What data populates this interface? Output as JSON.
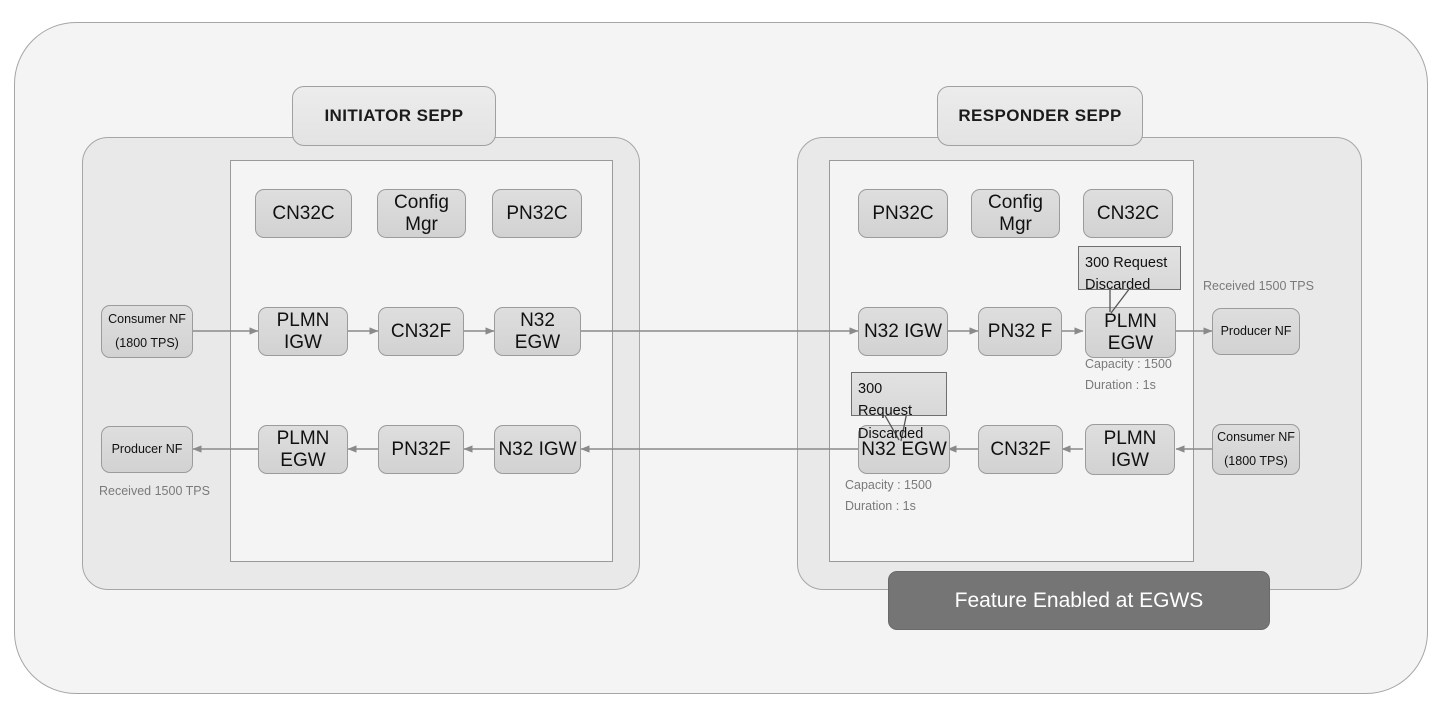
{
  "diagram": {
    "title_tabs": {
      "initiator": "INITIATOR SEPP",
      "responder": "RESPONDER SEPP"
    },
    "banner": {
      "label": "Feature Enabled at EGWS"
    },
    "colors": {
      "canvas_bg": "#f4f4f4",
      "panel_bg": "#e9e9e9",
      "node_fill": "#d8d8d8",
      "node_border": "#9b9b9b",
      "connector": "#8a8a8a",
      "annotation_text": "#7a7a7a",
      "banner_bg": "#757575",
      "banner_text": "#ffffff"
    },
    "initiator": {
      "top_row": [
        {
          "id": "cn32c",
          "label": "CN32C"
        },
        {
          "id": "config-mgr",
          "label": "Config\nMgr"
        },
        {
          "id": "pn32c",
          "label": "PN32C"
        }
      ],
      "forward_row": [
        {
          "id": "consumer-nf",
          "label": "Consumer NF",
          "sublabel": "(1800 TPS)"
        },
        {
          "id": "plmn-igw",
          "label": "PLMN\nIGW"
        },
        {
          "id": "cn32f",
          "label": "CN32F"
        },
        {
          "id": "n32-egw",
          "label": "N32 EGW"
        }
      ],
      "return_row": [
        {
          "id": "producer-nf",
          "label": "Producer NF"
        },
        {
          "id": "plmn-egw",
          "label": "PLMN\nEGW"
        },
        {
          "id": "pn32f",
          "label": "PN32F"
        },
        {
          "id": "n32-igw",
          "label": "N32 IGW"
        }
      ],
      "annotations": [
        {
          "id": "producer-received",
          "text": "Received 1500 TPS"
        }
      ]
    },
    "responder": {
      "top_row": [
        {
          "id": "pn32c",
          "label": "PN32C"
        },
        {
          "id": "config-mgr",
          "label": "Config\nMgr"
        },
        {
          "id": "cn32c",
          "label": "CN32C"
        }
      ],
      "forward_row": [
        {
          "id": "n32-igw",
          "label": "N32 IGW"
        },
        {
          "id": "pn32-f",
          "label": "PN32 F"
        },
        {
          "id": "plmn-egw",
          "label": "PLMN\nEGW"
        },
        {
          "id": "producer-nf",
          "label": "Producer NF"
        }
      ],
      "return_row": [
        {
          "id": "n32-egw",
          "label": "N32 EGW"
        },
        {
          "id": "cn32f",
          "label": "CN32F"
        },
        {
          "id": "plmn-igw",
          "label": "PLMN\nIGW"
        },
        {
          "id": "consumer-nf",
          "label": "Consumer NF",
          "sublabel": "(1800 TPS)"
        }
      ],
      "callouts": [
        {
          "id": "callout-top",
          "line1": "300 Request",
          "line2": "Discarded"
        },
        {
          "id": "callout-bottom",
          "line1": "300 Request",
          "line2": "Discarded"
        }
      ],
      "annotations": [
        {
          "id": "egw-top-capacity",
          "text": "Capacity : 1500"
        },
        {
          "id": "egw-top-duration",
          "text": "Duration : 1s"
        },
        {
          "id": "egw-bottom-capacity",
          "text": "Capacity : 1500"
        },
        {
          "id": "egw-bottom-duration",
          "text": "Duration : 1s"
        },
        {
          "id": "producer-received",
          "text": "Received 1500 TPS"
        }
      ]
    }
  }
}
